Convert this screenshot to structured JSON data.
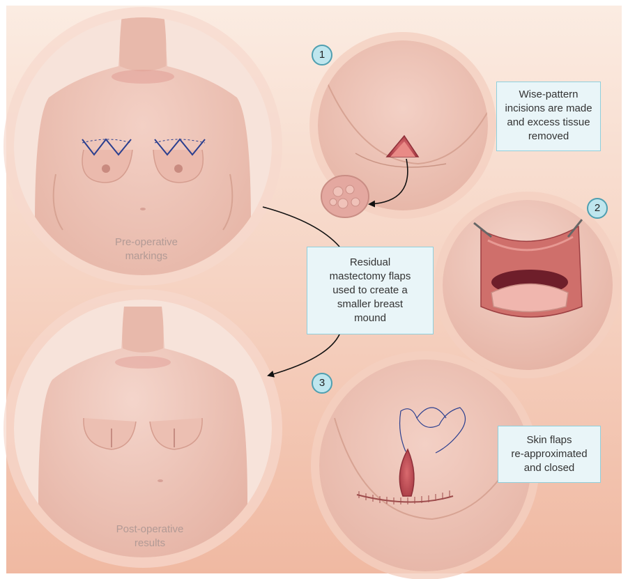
{
  "figure": {
    "preop_label": "Pre-operative\nmarkings",
    "postop_label": "Post-operative\nresults",
    "center_callout": "Residual\nmastectomy flaps\nused to create a\nsmaller breast\nmound",
    "steps": [
      {
        "number": "1",
        "text": "Wise-pattern\nincisions are made\nand excess tissue\nremoved"
      },
      {
        "number": "2",
        "text": ""
      },
      {
        "number": "3",
        "text": "Skin flaps\nre-approximated\nand closed"
      }
    ]
  },
  "colors": {
    "background_top": "#fbece2",
    "background_bottom": "#f0b9a2",
    "skin": "#efc7bb",
    "skin_shadow": "#d9a595",
    "incision_line": "#2b3f8f",
    "callout_border": "#8fcfdc",
    "callout_fill": "#e9f5f8",
    "badge_fill": "#bfe6ee",
    "label_text": "#b29a95"
  }
}
